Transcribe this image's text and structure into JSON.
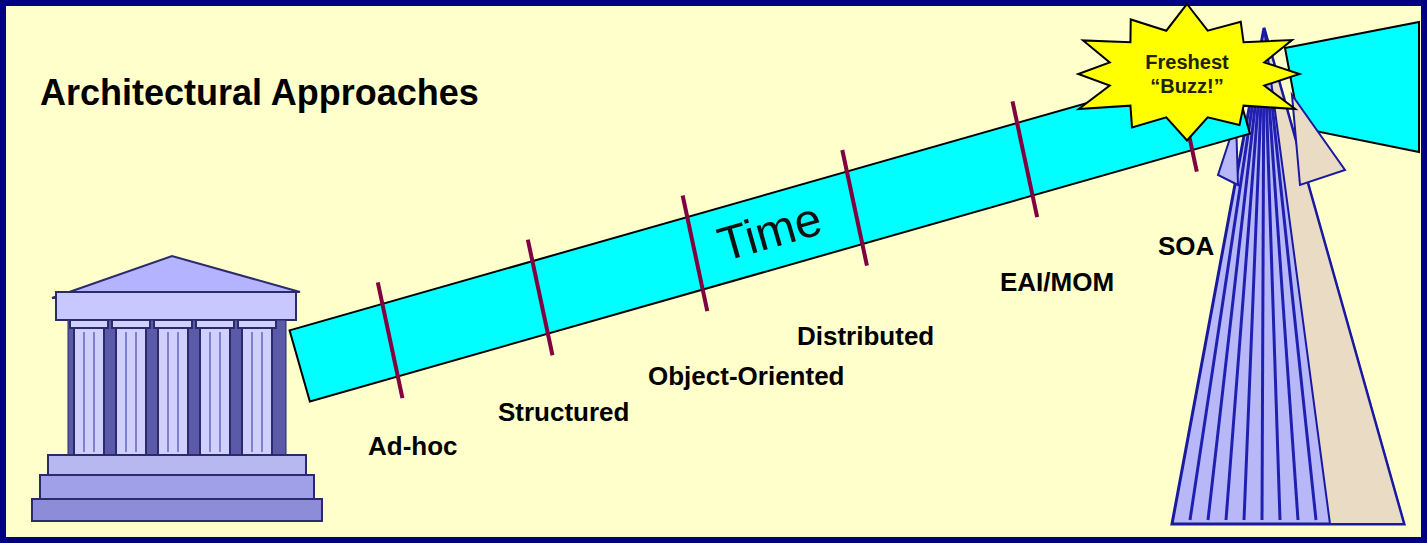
{
  "diagram": {
    "title": "Architectural Approaches",
    "nodes": [
      {
        "text": [
          "Time"
        ]
      },
      {
        "text": [
          "Freshest “Buzz!”"
        ]
      }
    ],
    "labels": [
      "Ad-hoc",
      "Structured",
      "Object-Oriented",
      "Distributed",
      "EAI/MOM",
      "SOA"
    ]
  }
}
